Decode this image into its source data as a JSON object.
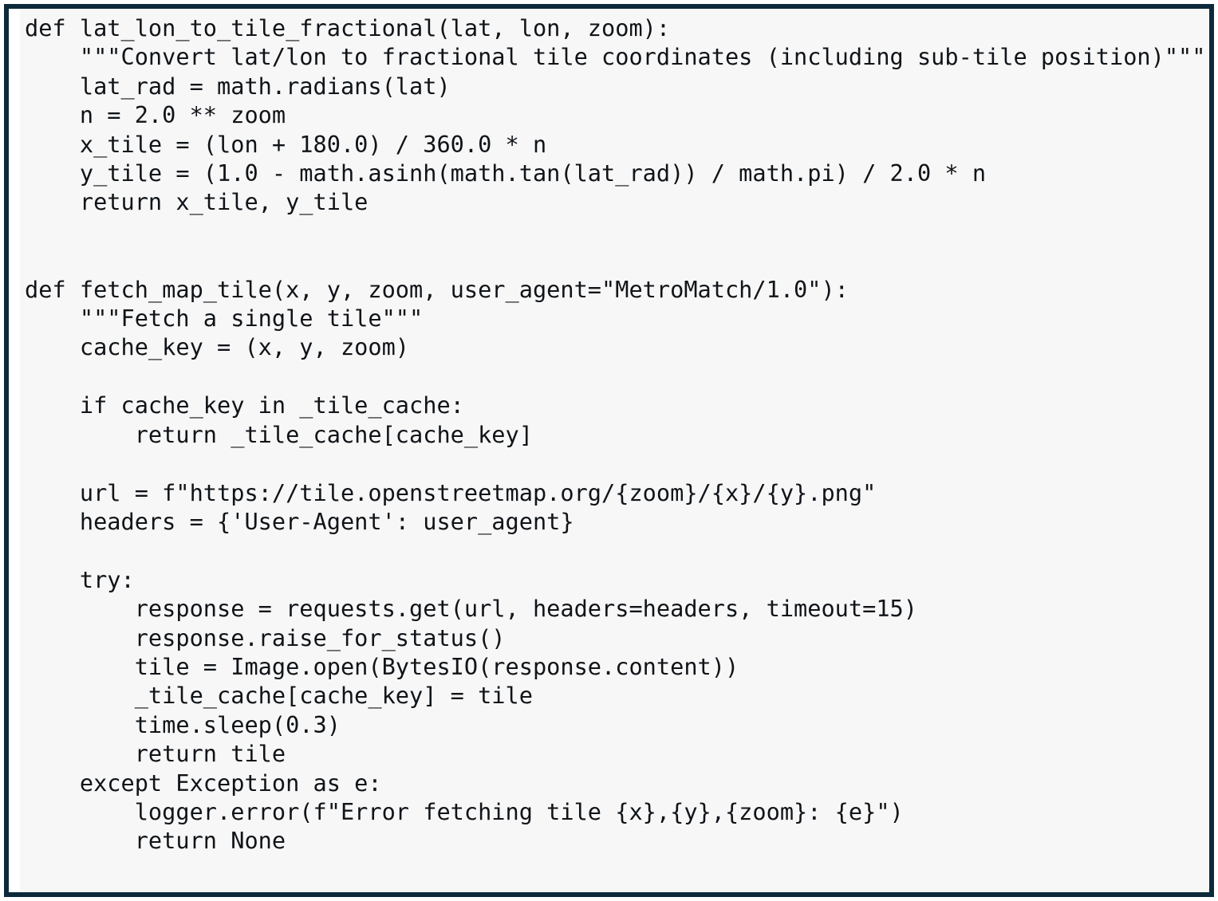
{
  "document": {
    "type": "source-code-screenshot",
    "language": "python",
    "title": "map tile helper functions",
    "theme": {
      "page_background": "#ffffff",
      "frame_border_color": "#0d2a3a",
      "code_background": "#f7f7f7",
      "text_color": "#101418",
      "gutter_color": "#ffffff"
    },
    "code": {
      "lines": [
        "def lat_lon_to_tile_fractional(lat, lon, zoom):",
        "    \"\"\"Convert lat/lon to fractional tile coordinates (including sub-tile position)\"\"\"",
        "    lat_rad = math.radians(lat)",
        "    n = 2.0 ** zoom",
        "    x_tile = (lon + 180.0) / 360.0 * n",
        "    y_tile = (1.0 - math.asinh(math.tan(lat_rad)) / math.pi) / 2.0 * n",
        "    return x_tile, y_tile",
        "",
        "",
        "def fetch_map_tile(x, y, zoom, user_agent=\"MetroMatch/1.0\"):",
        "    \"\"\"Fetch a single tile\"\"\"",
        "    cache_key = (x, y, zoom)",
        "",
        "    if cache_key in _tile_cache:",
        "        return _tile_cache[cache_key]",
        "",
        "    url = f\"https://tile.openstreetmap.org/{zoom}/{x}/{y}.png\"",
        "    headers = {'User-Agent': user_agent}",
        "",
        "    try:",
        "        response = requests.get(url, headers=headers, timeout=15)",
        "        response.raise_for_status()",
        "        tile = Image.open(BytesIO(response.content))",
        "        _tile_cache[cache_key] = tile",
        "        time.sleep(0.3)",
        "        return tile",
        "    except Exception as e:",
        "        logger.error(f\"Error fetching tile {x},{y},{zoom}: {e}\")",
        "        return None"
      ],
      "full_text": "def lat_lon_to_tile_fractional(lat, lon, zoom):\n    \"\"\"Convert lat/lon to fractional tile coordinates (including sub-tile position)\"\"\"\n    lat_rad = math.radians(lat)\n    n = 2.0 ** zoom\n    x_tile = (lon + 180.0) / 360.0 * n\n    y_tile = (1.0 - math.asinh(math.tan(lat_rad)) / math.pi) / 2.0 * n\n    return x_tile, y_tile\n\n\ndef fetch_map_tile(x, y, zoom, user_agent=\"MetroMatch/1.0\"):\n    \"\"\"Fetch a single tile\"\"\"\n    cache_key = (x, y, zoom)\n\n    if cache_key in _tile_cache:\n        return _tile_cache[cache_key]\n\n    url = f\"https://tile.openstreetmap.org/{zoom}/{x}/{y}.png\"\n    headers = {'User-Agent': user_agent}\n\n    try:\n        response = requests.get(url, headers=headers, timeout=15)\n        response.raise_for_status()\n        tile = Image.open(BytesIO(response.content))\n        _tile_cache[cache_key] = tile\n        time.sleep(0.3)\n        return tile\n    except Exception as e:\n        logger.error(f\"Error fetching tile {x},{y},{zoom}: {e}\")\n        return None"
    }
  }
}
